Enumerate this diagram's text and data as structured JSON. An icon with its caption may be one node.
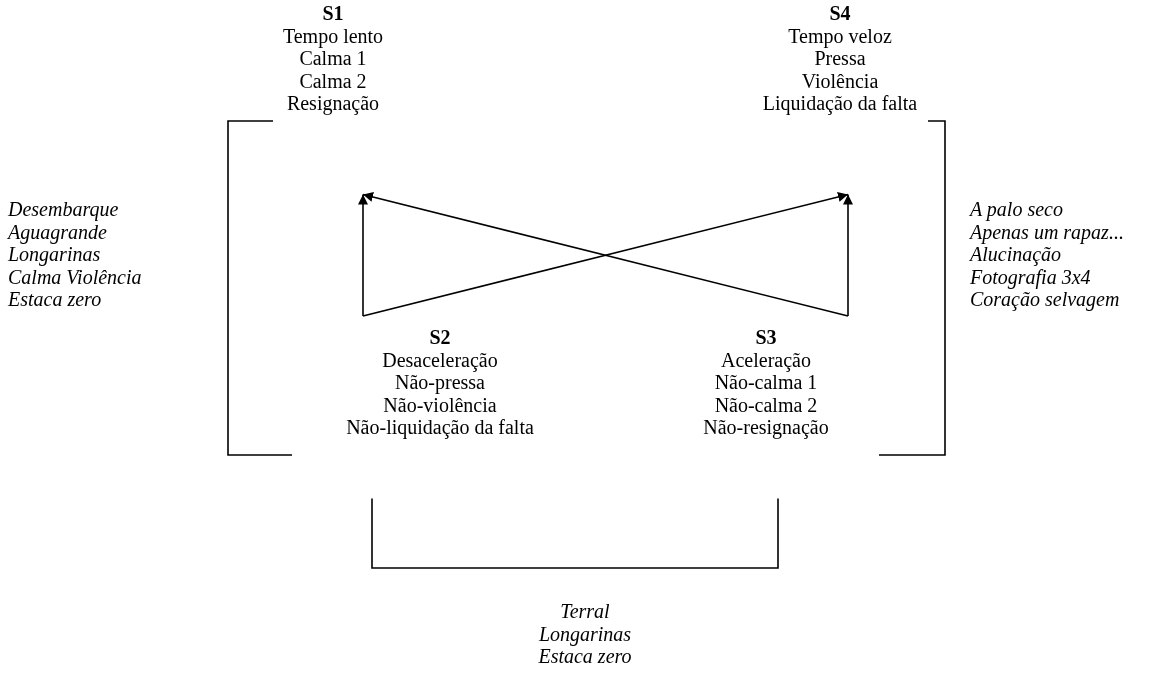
{
  "diagram": {
    "nodes": [
      {
        "text": [
          "S1",
          "Tempo lento",
          "Calma 1",
          "Calma 2",
          "Resignação"
        ]
      },
      {
        "text": [
          "S4",
          "Tempo veloz",
          "Pressa",
          "Violência",
          "Liquidação da falta"
        ]
      },
      {
        "text": [
          "S2",
          "Desaceleração",
          "Não-pressa",
          "Não-violência",
          "Não-liquidação da falta"
        ]
      },
      {
        "text": [
          "S3",
          "Aceleração",
          "Não-calma 1",
          "Não-calma 2",
          "Não-resignação"
        ]
      }
    ],
    "edges": [
      {
        "from": 0,
        "to": 2,
        "arrow": "none"
      },
      {
        "from": 1,
        "to": 3,
        "arrow": "none"
      },
      {
        "from": 2,
        "to": 3,
        "arrow": "none"
      },
      {
        "from": 2,
        "to": 0,
        "arrow": "to"
      },
      {
        "from": 3,
        "to": 1,
        "arrow": "to"
      },
      {
        "from": 3,
        "to": 0,
        "arrow": "to"
      },
      {
        "from": 2,
        "to": 1,
        "arrow": "to"
      }
    ],
    "labels": [
      "Desembarque",
      "Aguagrande",
      "Longarinas",
      "Calma Violência",
      "Estaca zero",
      "A palo seco",
      "Apenas um rapaz...",
      "Alucinação",
      "Fotografia 3x4",
      "Coração selvagem",
      "Terral",
      "Longarinas",
      "Estaca zero"
    ]
  }
}
